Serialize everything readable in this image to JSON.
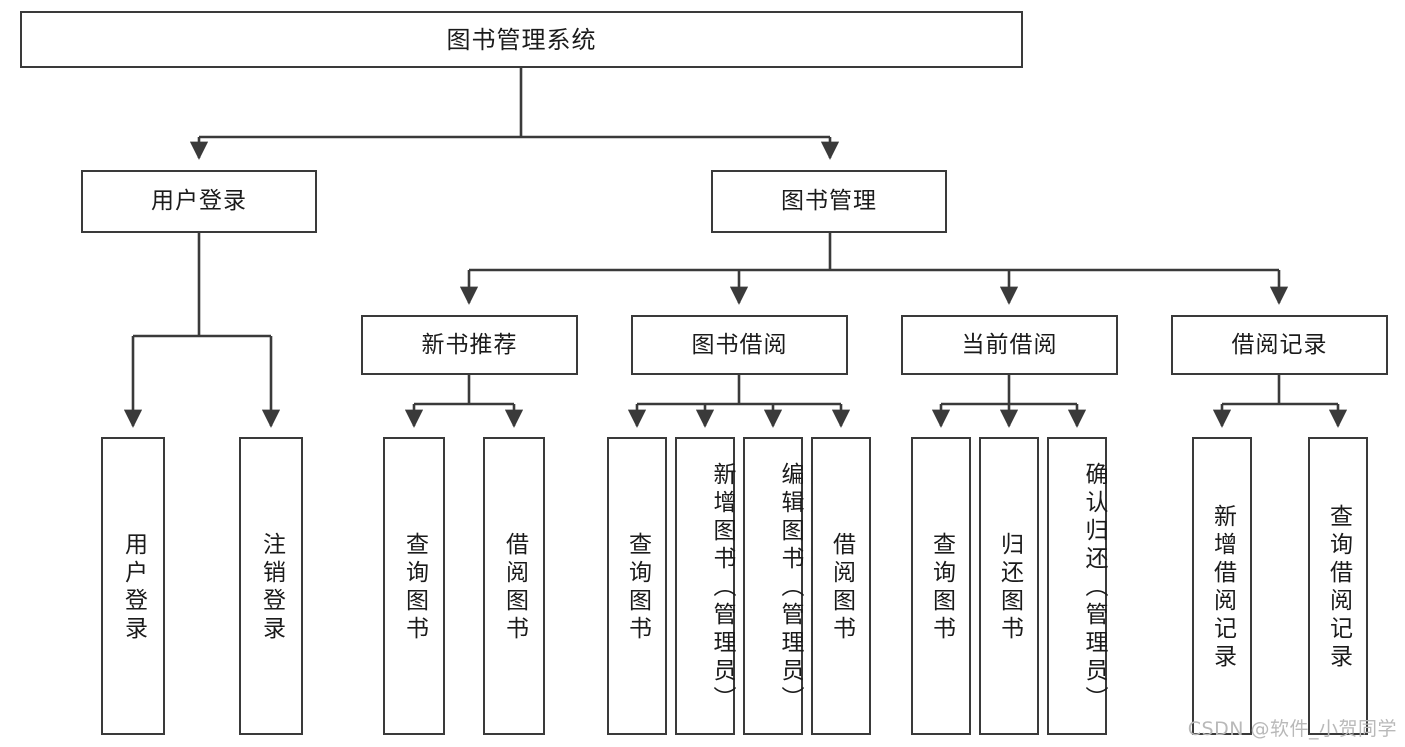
{
  "diagram": {
    "type": "tree-hierarchy-chart",
    "title_node": {
      "label": "图书管理系统"
    },
    "level2": [
      {
        "id": "user-login",
        "label": "用户登录"
      },
      {
        "id": "book-management",
        "label": "图书管理"
      }
    ],
    "level3": [
      {
        "id": "new-book-recommend",
        "label": "新书推荐"
      },
      {
        "id": "book-borrow",
        "label": "图书借阅"
      },
      {
        "id": "current-borrow",
        "label": "当前借阅"
      },
      {
        "id": "borrow-record",
        "label": "借阅记录"
      }
    ],
    "leaves": [
      {
        "id": "leaf-user-login",
        "label": "用户登录",
        "parent": "user-login"
      },
      {
        "id": "leaf-logout",
        "label": "注销登录",
        "parent": "user-login"
      },
      {
        "id": "leaf-query-book-1",
        "label": "查询图书",
        "parent": "new-book-recommend"
      },
      {
        "id": "leaf-borrow-book-1",
        "label": "借阅图书",
        "parent": "new-book-recommend"
      },
      {
        "id": "leaf-query-book-2",
        "label": "查询图书",
        "parent": "book-borrow"
      },
      {
        "id": "leaf-add-book",
        "label": "新增图书（管理员）",
        "parent": "book-borrow"
      },
      {
        "id": "leaf-edit-book",
        "label": "编辑图书（管理员）",
        "parent": "book-borrow"
      },
      {
        "id": "leaf-borrow-book-2",
        "label": "借阅图书",
        "parent": "book-borrow"
      },
      {
        "id": "leaf-query-book-3",
        "label": "查询图书",
        "parent": "current-borrow"
      },
      {
        "id": "leaf-return-book",
        "label": "归还图书",
        "parent": "current-borrow"
      },
      {
        "id": "leaf-confirm-return",
        "label": "确认归还（管理员）",
        "parent": "current-borrow"
      },
      {
        "id": "leaf-add-record",
        "label": "新增借阅记录",
        "parent": "borrow-record"
      },
      {
        "id": "leaf-query-record",
        "label": "查询借阅记录",
        "parent": "borrow-record"
      }
    ],
    "watermark": {
      "text": "CSDN @软件_小贺同学"
    },
    "colors": {
      "border": "#3a3a3a",
      "text": "#1b1b1b",
      "background": "#ffffff",
      "watermark": "#b9b9b9"
    }
  }
}
